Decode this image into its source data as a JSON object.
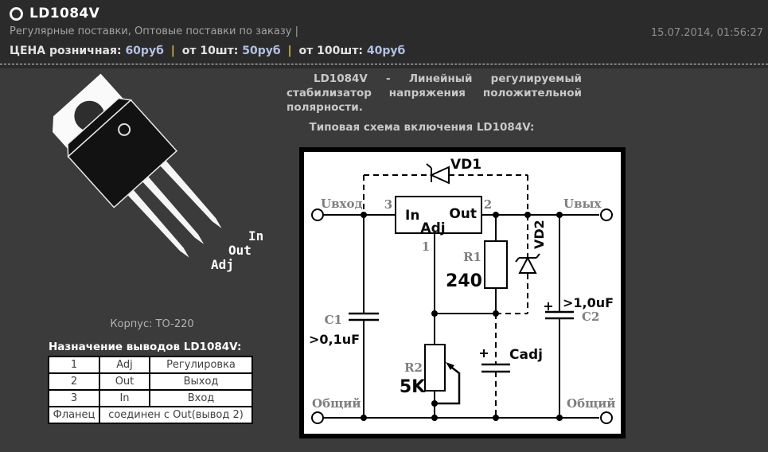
{
  "header": {
    "title": "LD1084V",
    "supply_info": "Регулярные поставки, Оптовые поставки по заказу |",
    "timestamp": "15.07.2014, 01:56:27",
    "price": {
      "retail_label": "ЦЕНА розничная:",
      "retail_value": "60руб",
      "sep": "|",
      "tier1_label": "от 10шт:",
      "tier1_value": "50руб",
      "tier2_label": "от 100шт:",
      "tier2_value": "40руб"
    }
  },
  "package": {
    "pin_labels": {
      "in": "In",
      "out": "Out",
      "adj": "Adj"
    },
    "case_label": "Корпус: TO-220"
  },
  "pinout": {
    "title": "Назначение выводов LD1084V:",
    "rows": [
      {
        "pin": "1",
        "signal": "Adj",
        "function": "Регулировка"
      },
      {
        "pin": "2",
        "signal": "Out",
        "function": "Выход"
      },
      {
        "pin": "3",
        "signal": "In",
        "function": "Вход"
      },
      {
        "pin": "Фланец",
        "function": "соединен с Out(вывод 2)"
      }
    ]
  },
  "description": "LD1084V - Линейный регулируемый стабилизатор напряжения положительной полярности.",
  "schematic": {
    "heading": "Типовая схема включения LD1084V:",
    "labels": {
      "vd1": "VD1",
      "vd2": "VD2",
      "u_in": "Uвход",
      "u_out": "Uвых",
      "pin3": "3",
      "pin2": "2",
      "pin1": "1",
      "reg_in": "In",
      "reg_out": "Out",
      "reg_adj": "Adj",
      "r1": "R1",
      "r1_value": "240",
      "r2": "R2",
      "r2_value": "5K",
      "c1": "C1",
      "c1_value": ">0,1uF",
      "c2": "C2",
      "c2_value": ">1,0uF",
      "cadj": "Cadj",
      "gnd_left": "Общий",
      "gnd_right": "Общий",
      "plus": "+"
    }
  },
  "colors": {
    "header_bg": "#2b2b2b",
    "content_bg": "#3b3b3b",
    "price_separator_yellow": "#cdb94d",
    "price_value_blue": "#b4c0e2",
    "schematic_label_gray": "#7e7e7e",
    "schematic_ink": "#000000",
    "table_bg": "#ffffff"
  }
}
